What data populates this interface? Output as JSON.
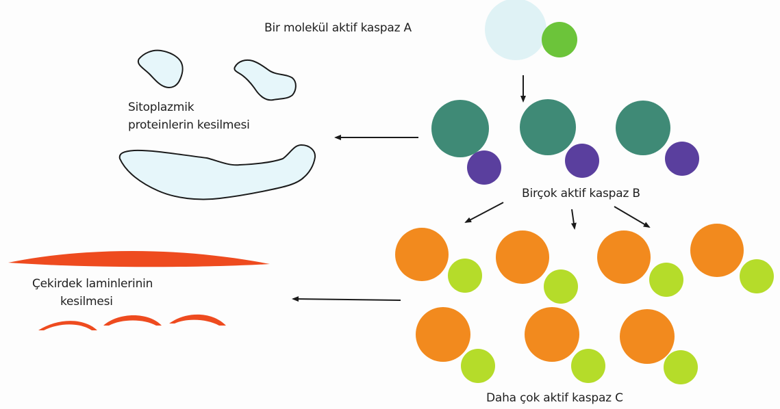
{
  "labels": {
    "caspase_a": "Bir molekül aktif kaspaz A",
    "caspase_b": "Birçok aktif kaspaz B",
    "caspase_c": "Daha çok aktif kaspaz C",
    "cytoplasmic_line1": "Sitoplazmik",
    "cytoplasmic_line2": "proteinlerin kesilmesi",
    "nuclear_line1": "Çekirdek laminlerinin",
    "nuclear_line2": "kesilmesi"
  },
  "colors": {
    "caspase_a_large": "#dff2f5",
    "caspase_a_small": "#6cc43a",
    "caspase_b_large": "#3f8a76",
    "caspase_b_small": "#5a3f9e",
    "caspase_c_large": "#f28a1e",
    "caspase_c_small": "#b5dc2a",
    "protein_fragment": "#e6f6fa",
    "lamin": "#ee4b1f",
    "arrow": "#1a1a1a"
  },
  "counts": {
    "caspase_a_molecules": 1,
    "caspase_b_molecules": 3,
    "caspase_c_molecules": 7
  }
}
